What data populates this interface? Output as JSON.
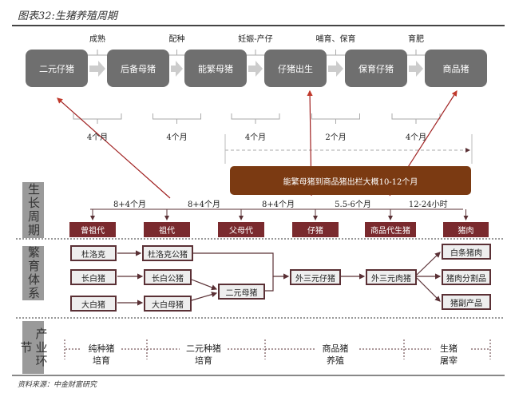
{
  "title": "图表32:生猪养殖周期",
  "top_flow": {
    "stages": [
      "二元仔猪",
      "后备母猪",
      "能繁母猪",
      "仔猪出生",
      "保育仔猪",
      "商品猪"
    ],
    "phases": [
      "成熟",
      "配种",
      "妊娠-产仔",
      "哺育、保育",
      "育肥"
    ],
    "durations": [
      "4个月",
      "4个月",
      "4个月",
      "2个月",
      "4个月"
    ],
    "summary": "能繁母猪到商品猪出栏大概10-12个月"
  },
  "growth": {
    "label": "生长周期",
    "nodes": [
      "曾祖代",
      "祖代",
      "父母代",
      "仔猪",
      "商品代生猪",
      "猪肉"
    ],
    "intervals": [
      "8+4个月",
      "8+4个月",
      "8+4个月",
      "5.5-6个月",
      "12-24小时"
    ]
  },
  "breeding": {
    "label": "繁育体系",
    "breeds": [
      "杜洛克",
      "长白猪",
      "大白猪"
    ],
    "parents": [
      "杜洛克公猪",
      "长白公猪",
      "大白母猪"
    ],
    "cross": "二元母猪",
    "piglet": "外三元仔猪",
    "hog": "外三元肉猪",
    "products": [
      "白条猪肉",
      "猪肉分割品",
      "猪副产品"
    ]
  },
  "industry": {
    "label": "产业环节",
    "stages": [
      "纯种猪\n培育",
      "二元种猪\n培育",
      "商品猪\n养殖",
      "生猪\n屠宰"
    ]
  },
  "source": "资料来源：中金财富研究",
  "colors": {
    "gray_box": "#6f6f6f",
    "brown": "#7b3a12",
    "dark_red": "#7a2a2e",
    "arrow_red": "#c0392b"
  }
}
